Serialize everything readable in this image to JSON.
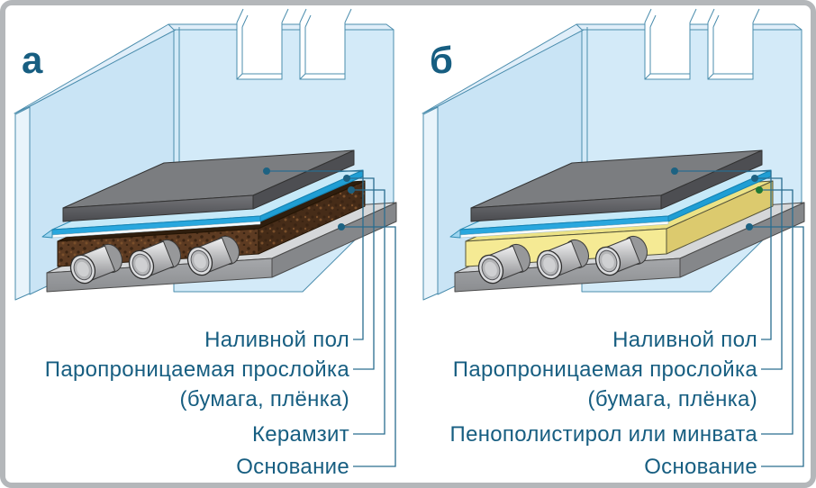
{
  "figure_title": "Floor construction diagram (self-leveling floor over insulation), variants a and b",
  "frame": {
    "border_color": "#b4b7ba",
    "background": "#ffffff"
  },
  "palette": {
    "text": "#175e81",
    "leader": "#2a6d8f",
    "dot_teal": "#1d6282",
    "wall_face": "#c9e4f5",
    "wall_back": "#d3eaf8",
    "wall_light": "#e9f4fb",
    "wall_mid": "#e0eef9",
    "wall_stroke": "#4b8dad",
    "slab_top": "#7b7d80",
    "slab_front_1": "#737478",
    "slab_front_2": "#4a4b4f",
    "slab_right": "#4d4e52",
    "base_top": "#d5d7d9",
    "base_front_1": "#a6a8ab",
    "base_front_2": "#8b8d90",
    "base_right": "#85878a",
    "film_top": "#c6e9f8",
    "film_edge": "#29a7de",
    "film_edge_right": "#1f9ed4",
    "film_white": "#fbfdfe",
    "pipe_light": "#f0f0f1",
    "pipe_dark": "#86878a",
    "pipe_cap": "#dcdddf",
    "pipe_ring": "#b5b6b8",
    "pipe_hole": "#cfd0d2"
  },
  "panels": [
    {
      "letter": "а",
      "insulation": {
        "name": "керамзит",
        "speckled": true,
        "front": "#5d3b22",
        "speckle_dark": "#3a2413",
        "speckle_light": "#7a4f2b",
        "top": "#2f1e0e",
        "right": "#462c18",
        "dot_color": "#1d6282"
      },
      "labels": [
        {
          "text": "Наливной пол"
        },
        {
          "text": "Паропроницаемая прослойка"
        },
        {
          "text": "(бумага, плёнка)"
        },
        {
          "text": "Керамзит"
        },
        {
          "text": "Основание"
        }
      ],
      "pipes_count": 3,
      "windows_count": 2
    },
    {
      "letter": "б",
      "insulation": {
        "name": "пенополистирол или минвата",
        "speckled": false,
        "front": "#f5ea94",
        "top": "#ece285",
        "right": "#dcca6e",
        "dot_color": "#1e7a36"
      },
      "labels": [
        {
          "text": "Наливной пол"
        },
        {
          "text": "Паропроницаемая прослойка"
        },
        {
          "text": "(бумага, плёнка)"
        },
        {
          "text": "Пенополистирол или минвата"
        },
        {
          "text": "Основание"
        }
      ],
      "pipes_count": 3,
      "windows_count": 2
    }
  ]
}
